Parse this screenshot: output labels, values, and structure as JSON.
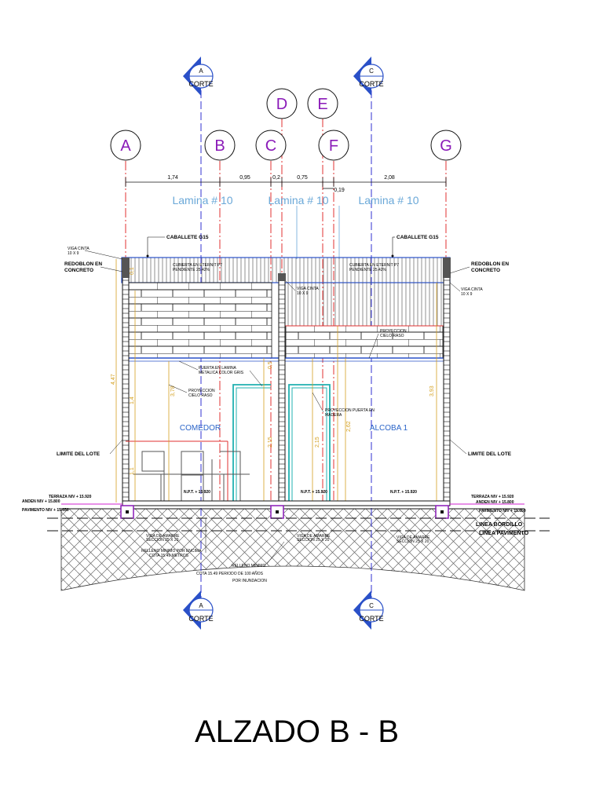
{
  "title": "ALZADO B - B",
  "grid_axes": [
    "A",
    "B",
    "C",
    "D",
    "E",
    "F",
    "G"
  ],
  "section_markers": [
    {
      "letter": "A",
      "label": "CORTE"
    },
    {
      "letter": "C",
      "label": "CORTE"
    },
    {
      "letter": "A",
      "label": "CORTE"
    },
    {
      "letter": "C",
      "label": "CORTE"
    }
  ],
  "dimensions": {
    "top": [
      "1,74",
      "0,95",
      "0,2",
      "0,75",
      "2,08"
    ],
    "small": "0,19"
  },
  "lamina_refs": [
    "Lamina # 10",
    "Lamina # 10",
    "Lamina # 10"
  ],
  "labels": {
    "caballete_left": "CABALLETE G15",
    "caballete_right": "CABALLETE G15",
    "redoblon": "REDOBLON EN",
    "concreto": "CONCRETO",
    "viga_cinta": "VIGA CINTA",
    "viga_size": "10 X 9",
    "viga_size_mid": "10 X 9",
    "cubierta_a": "CUBIERTA EN ETERNIT P7",
    "cubierta_b": "PENDIENTE 25.42%",
    "puerta_lamina": "PUERTA EN LAMINA",
    "metalica": "METALICA COLOR GRIS",
    "proyeccion": "PROYECCION",
    "cielo_raso": "CIELO RASO",
    "proy_puerta": "PROYECCION PUERTA EN",
    "madera": "MADERA",
    "limite_lote": "LIMITE DEL LOTE",
    "terraza": "TERRAZA NIV + 15.920",
    "anden": "ANDEN NIV + 15.800",
    "pavimento": "PAVIMENTO NIV + 15.650",
    "npt": "N.P.T. + 15.920",
    "linea_bordillo": "LINEA BORDILLO",
    "linea_pavimento": "LINEA PAVIMENTO",
    "viga_amarre": "VIGA DE AMARRE",
    "viga_amarre_size": "SECCION 25 X 20",
    "relleno_1": "RELLENO MINIMO POR ENCIMA",
    "relleno_2": "COTA 15.49 METROS",
    "relleno_min": "RELLENO MINIMO",
    "cota_line": "COTA 15.49 PERIODO DE 100 AÑOS",
    "inundacion": "POR INUNDACION"
  },
  "rooms": [
    "COMEDOR",
    "ALCOBA 1"
  ],
  "vertical_dims": [
    "4,47",
    "3,78",
    "2,62",
    "3,93",
    "2,15",
    "2,15",
    "0,5",
    "1,4",
    "1,1",
    "0,1"
  ],
  "colors": {
    "grid": "#8a1ab8",
    "axis_line": "#e03030",
    "cut_line": "#3030d0",
    "dimension": "#d4a020",
    "lamina": "#6aa8d8",
    "door": "#20b0b0"
  }
}
